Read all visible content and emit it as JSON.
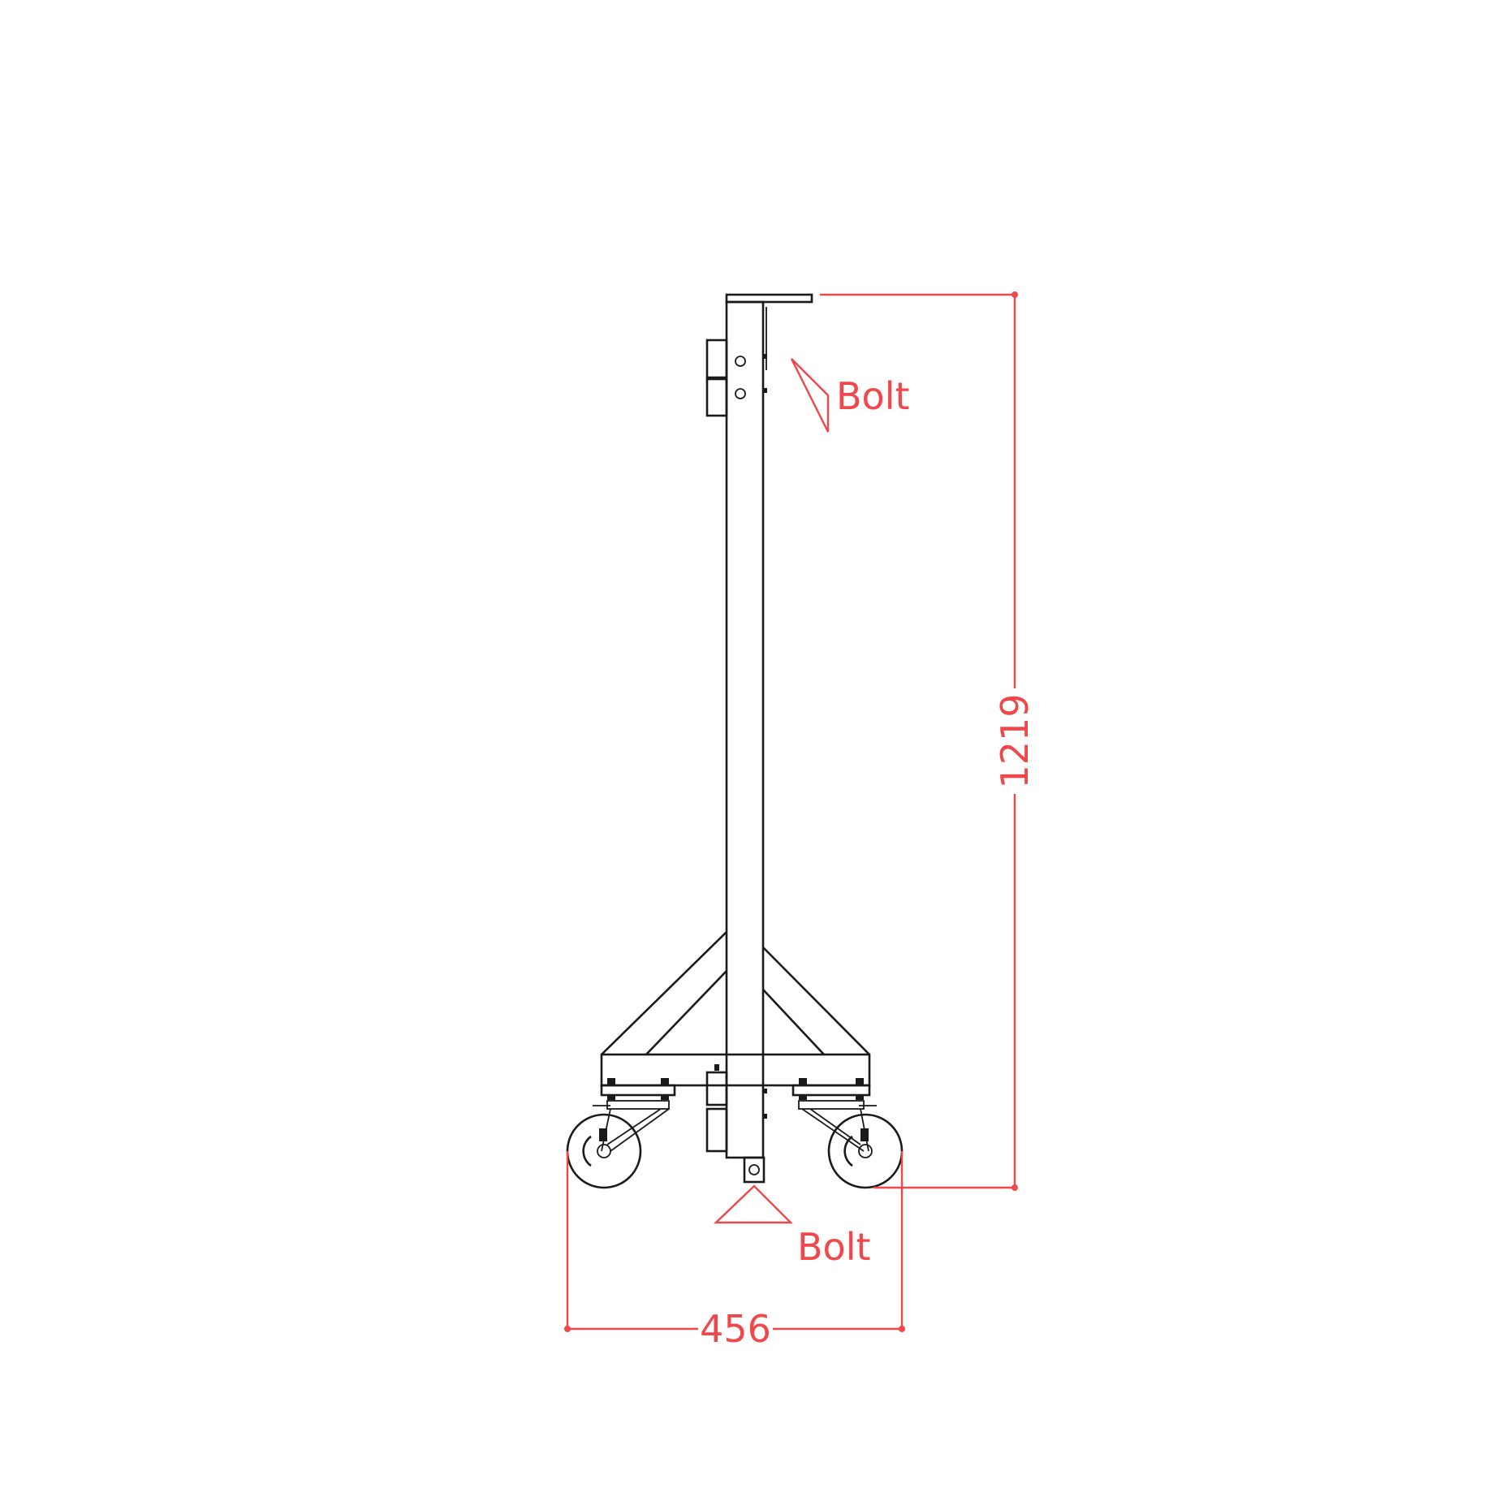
{
  "dimensions": {
    "height_value": "1219",
    "width_value": "456"
  },
  "callouts": {
    "top_bolt_label": "Bolt",
    "bottom_bolt_label": "Bolt"
  },
  "colors": {
    "line": "#1a1a1a",
    "dimension": "#f0474a",
    "background": "#ffffff"
  }
}
